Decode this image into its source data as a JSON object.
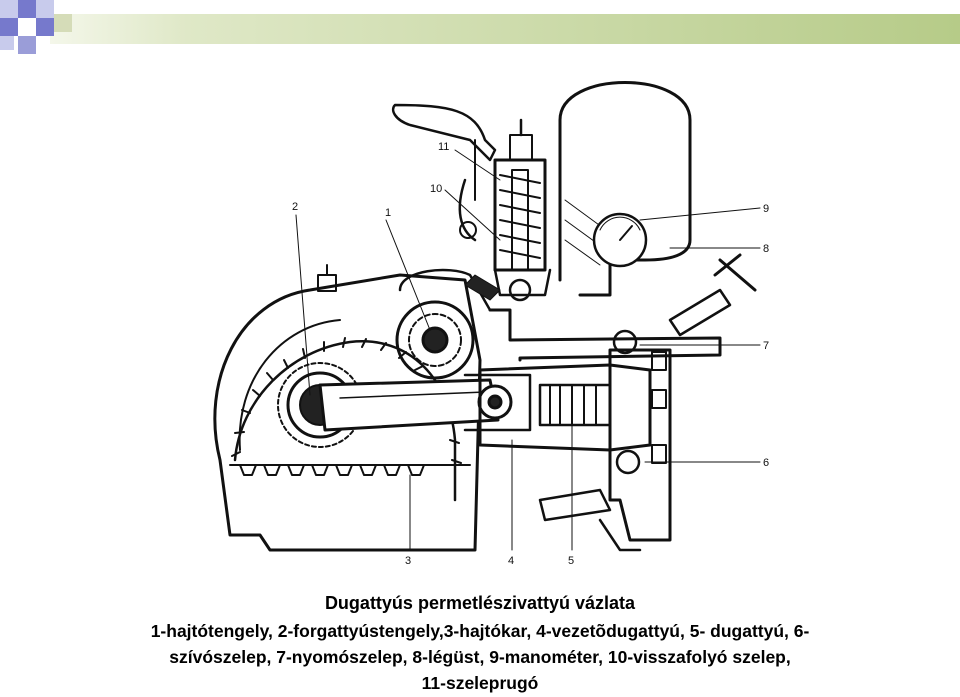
{
  "title": "Dugattyús permetlészivattyú vázlata",
  "legend_lines": [
    "1-hajtótengely, 2-forgattyústengely,3-hajtókar, 4-vezetõdugattyú, 5- dugattyú, 6-",
    "szívószelep, 7-nyomószelep, 8-légüst, 9-manométer, 10-visszafolyó szelep,",
    "11-szeleprugó"
  ],
  "callouts": {
    "c1": "1",
    "c2": "2",
    "c3": "3",
    "c4": "4",
    "c5": "5",
    "c6": "6",
    "c7": "7",
    "c8": "8",
    "c9": "9",
    "c10": "10",
    "c11": "11"
  },
  "colors": {
    "header_gradient_start": "#dde6c4",
    "header_gradient_end": "#b9cd8e",
    "logo_blue": "#6f73c9",
    "logo_light": "#c8cbec",
    "ink": "#111111"
  }
}
